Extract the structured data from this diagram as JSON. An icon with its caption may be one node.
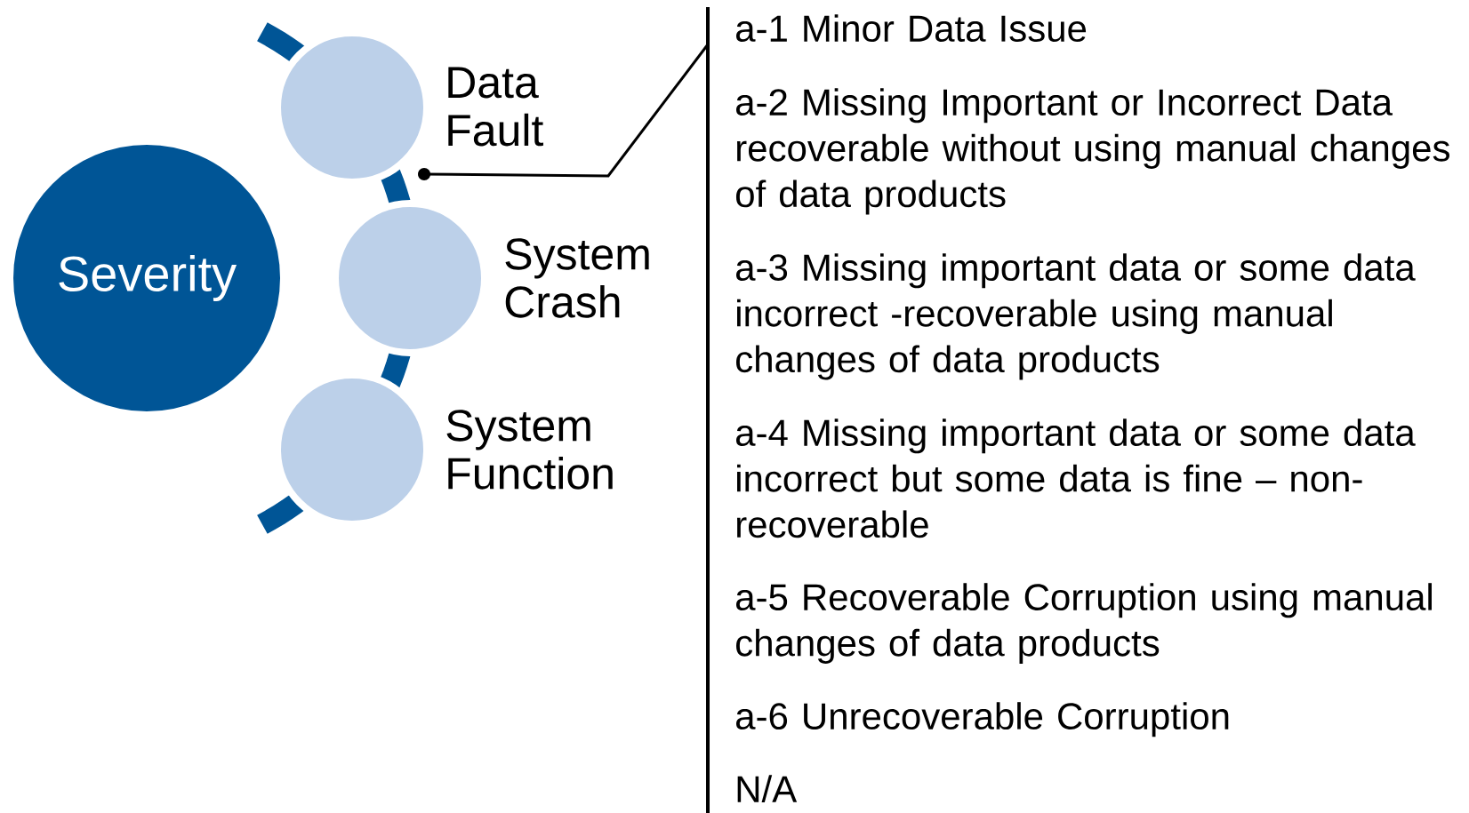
{
  "diagram": {
    "nodes": [
      {
        "text": [
          "Severity"
        ]
      },
      {
        "text": [
          "Data Fault"
        ]
      },
      {
        "text": [
          "System Crash"
        ]
      },
      {
        "text": [
          "System Function"
        ]
      },
      {
        "text": [
          "a-1 Minor Data Issue",
          "a-2 Missing Important or Incorrect Data recoverable without using manual changes of data products",
          "a-3 Missing important data or some data incorrect -recoverable using manual changes of data products",
          "a-4 Missing important data or some data incorrect but some data is fine – non-recoverable",
          "a-5 Recoverable Corruption using manual changes of data products",
          "a-6 Unrecoverable Corruption",
          "N/A"
        ]
      }
    ],
    "edges": [
      {
        "from": 1,
        "to": 4,
        "arrow": "other"
      }
    ]
  }
}
